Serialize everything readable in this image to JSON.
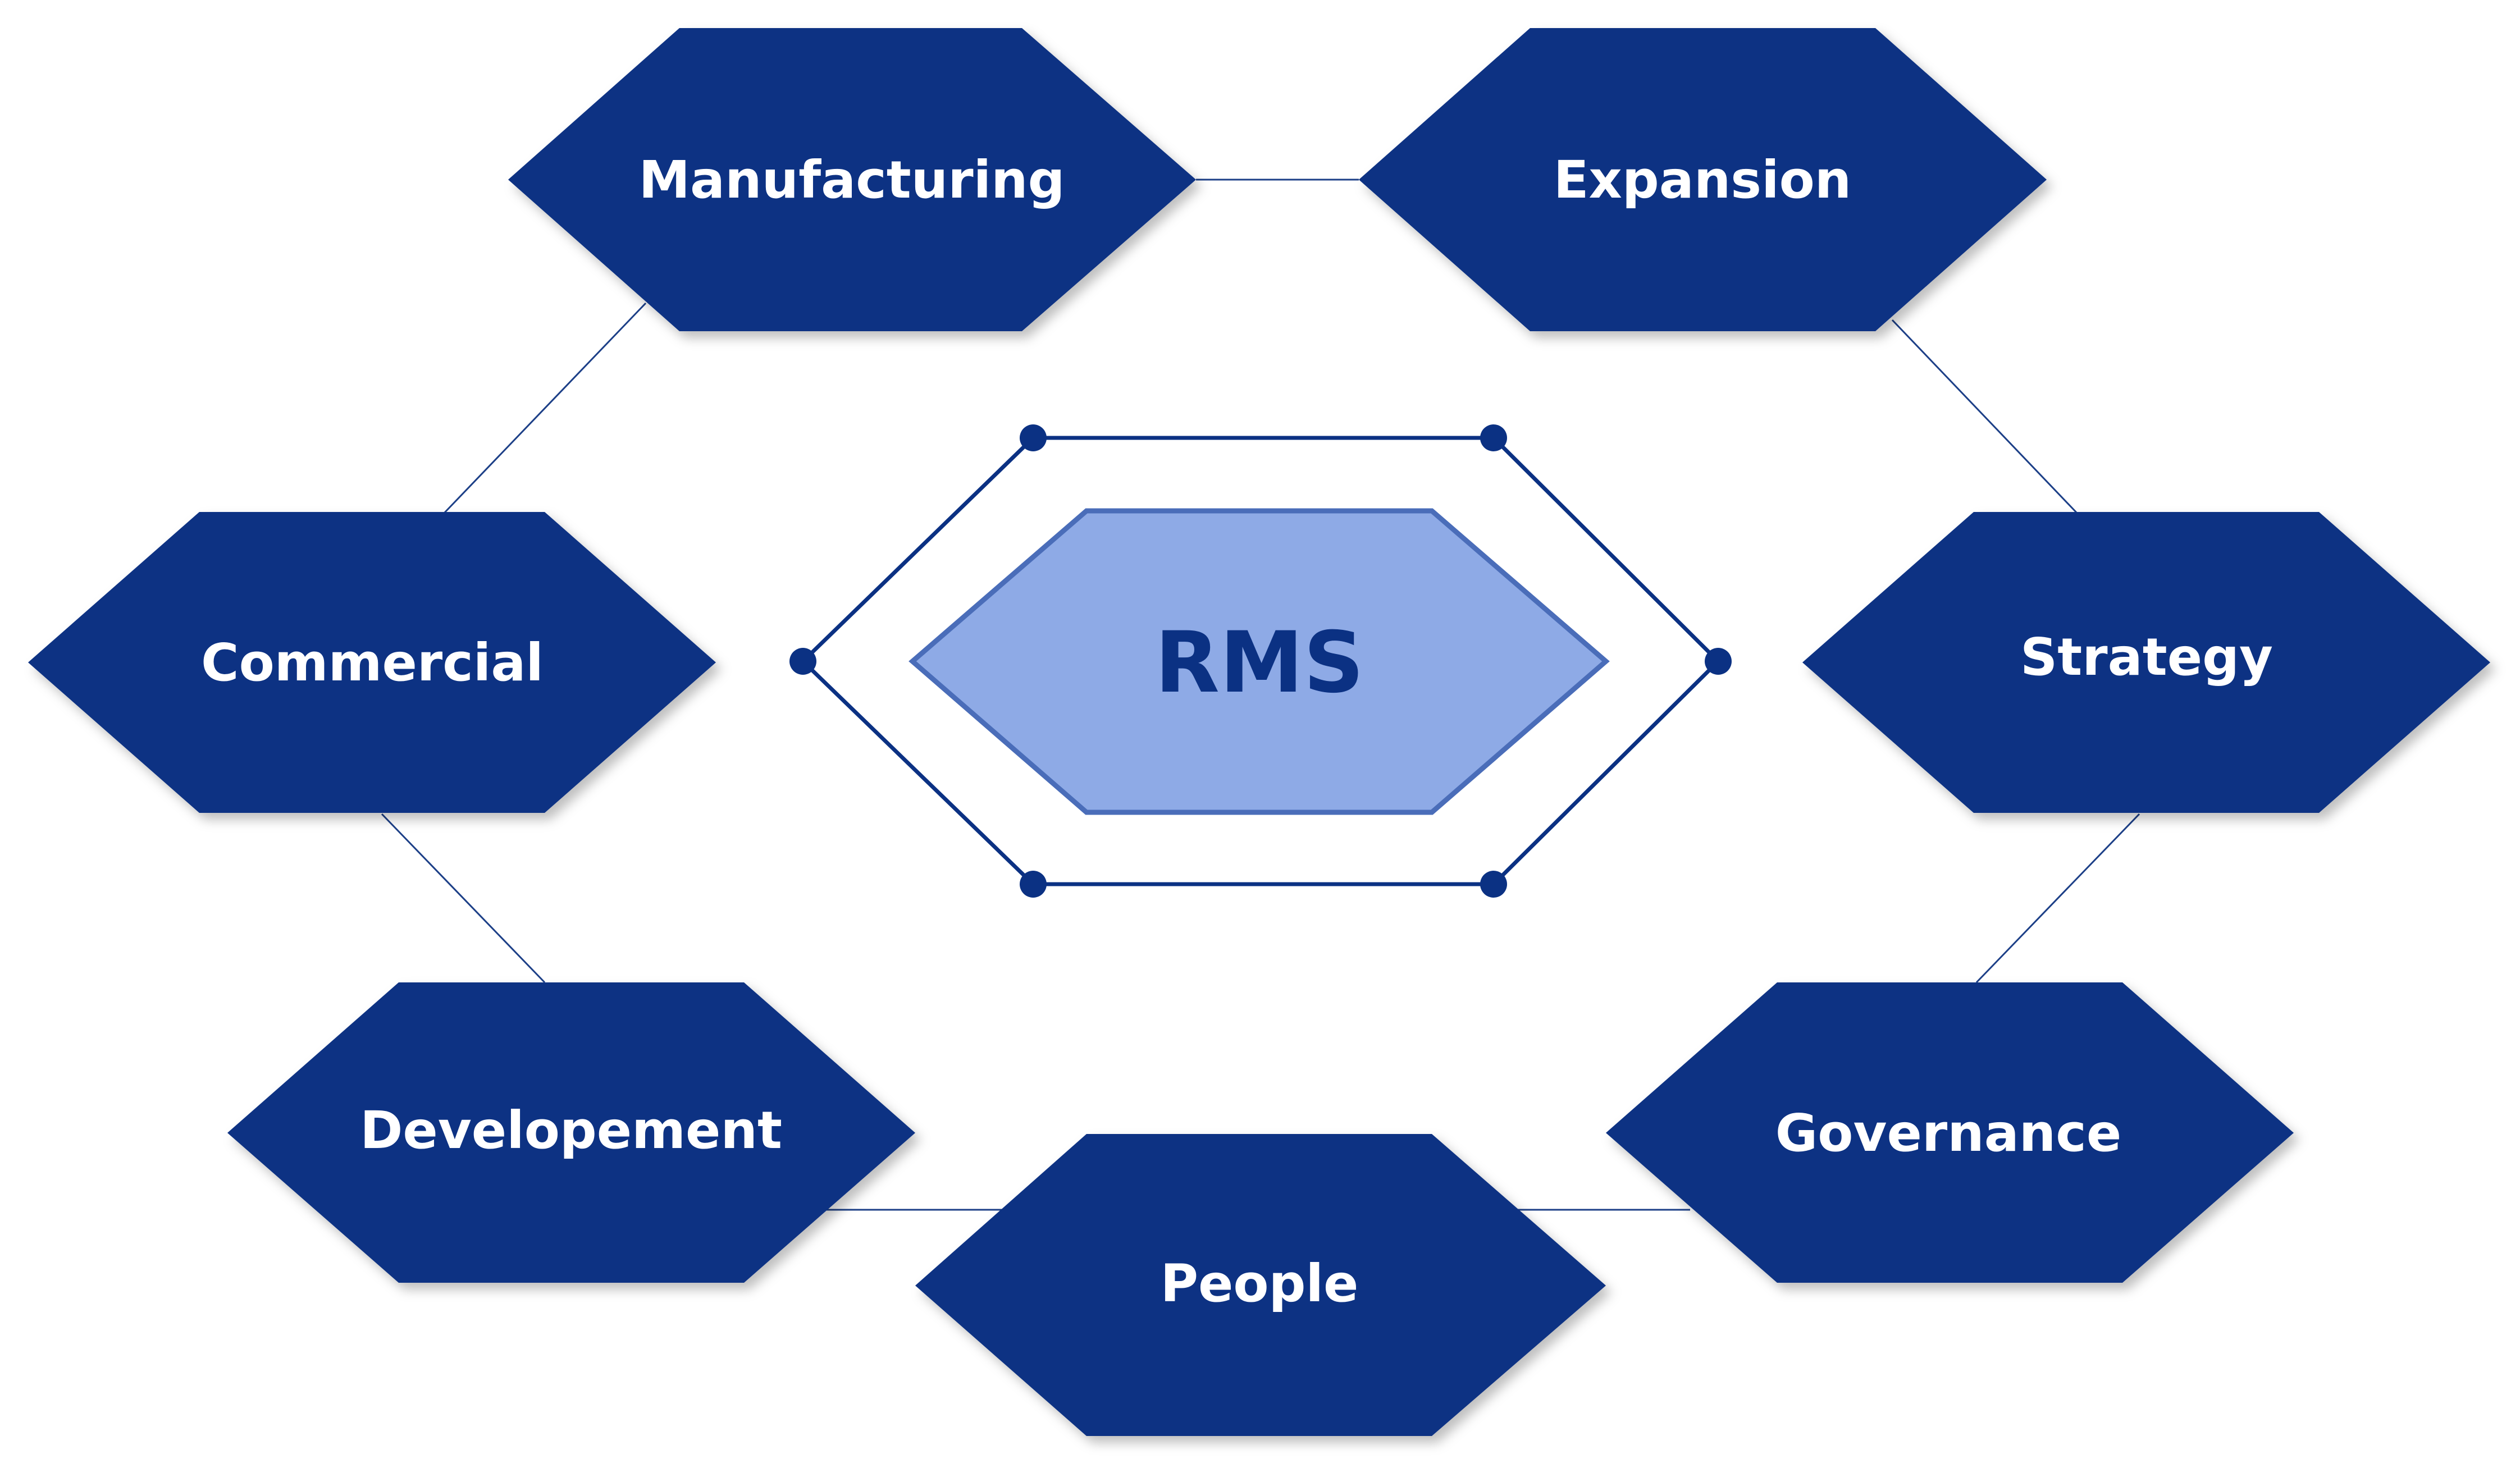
{
  "colors": {
    "node_fill": "#0b3183",
    "connector": "#1c3f87",
    "center_fill": "#8eaae6",
    "center_stroke": "#4a6db9",
    "center_text": "#0b3183",
    "frame": "#0b3183"
  },
  "center": {
    "label": "RMS"
  },
  "nodes": [
    {
      "id": "manufacturing",
      "label": "Manufacturing"
    },
    {
      "id": "expansion",
      "label": "Expansion"
    },
    {
      "id": "commercial",
      "label": "Commercial"
    },
    {
      "id": "strategy",
      "label": "Strategy"
    },
    {
      "id": "developement",
      "label": "Developement"
    },
    {
      "id": "governance",
      "label": "Governance"
    },
    {
      "id": "people",
      "label": "People"
    }
  ]
}
